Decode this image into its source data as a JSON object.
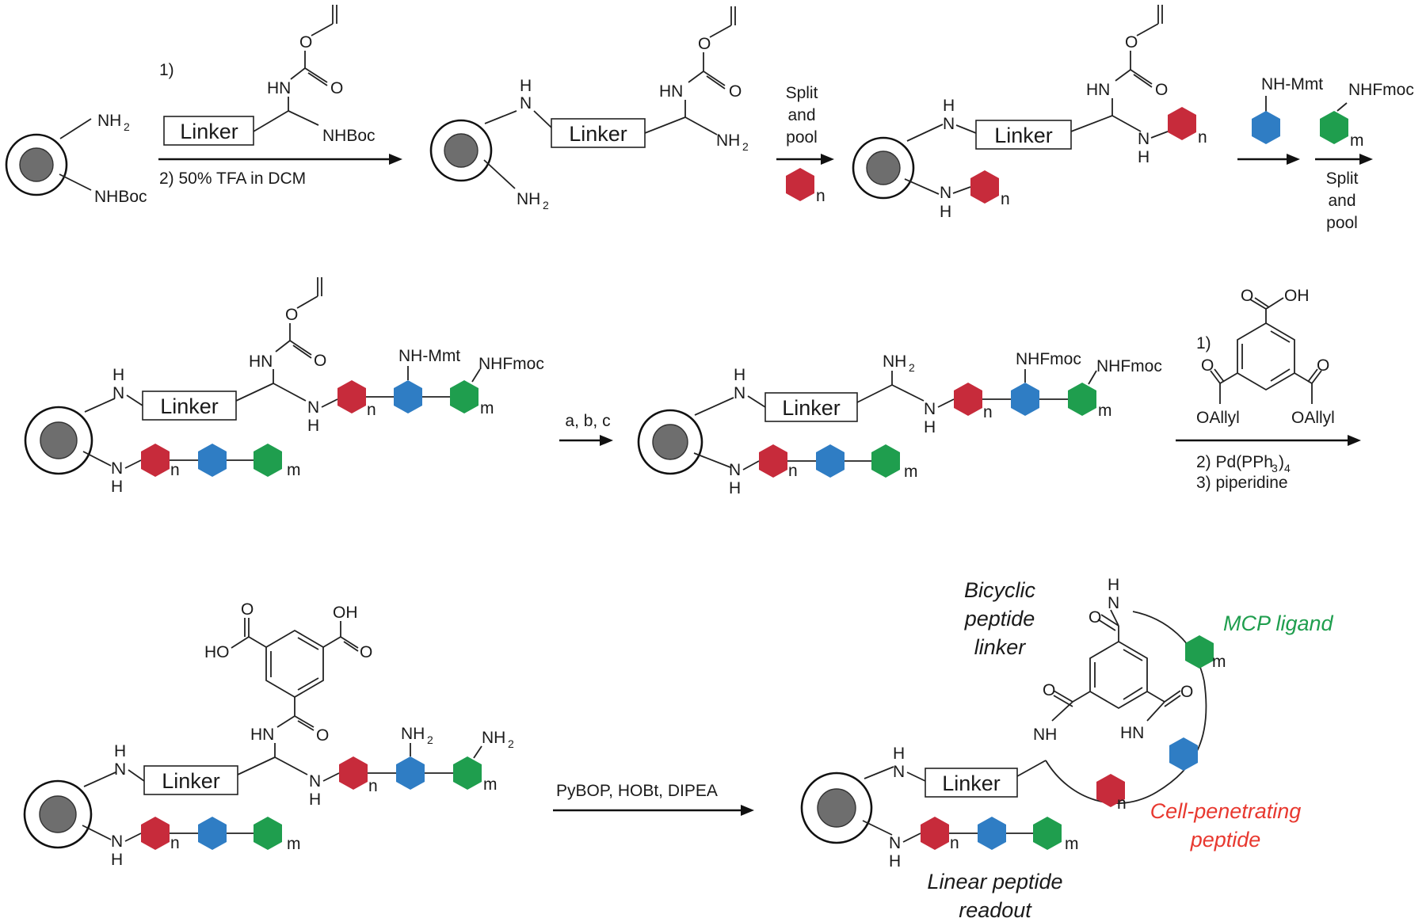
{
  "colors": {
    "red_residue": "#c72b3b",
    "blue_residue": "#2f7dc4",
    "green_residue": "#1f9e4e",
    "green_label": "#1f9e4e",
    "red_label": "#e8382f"
  },
  "icons": [
    "resin-bead-icon",
    "hexagon-residue-icon",
    "reaction-arrow-icon"
  ],
  "labels": {
    "linker": "Linker",
    "nh2": "NH",
    "sub2": "2",
    "nh": "NH",
    "n": "N",
    "h": "H",
    "hn": "HN",
    "o": "O",
    "oh": "OH",
    "ho": "HO",
    "nhboc": "NHBoc",
    "nhfmoc": "NHFmoc",
    "nh_mmt": "NH-Mmt",
    "oallyl": "OAllyl",
    "idx_n": "n",
    "idx_m": "m"
  },
  "steps": {
    "s1_pre": "1)",
    "s1_post": "2) 50% TFA in DCM",
    "split1": [
      "Split",
      "and",
      "pool"
    ],
    "split2": [
      "Split",
      "and",
      "pool"
    ],
    "abc": "a, b, c",
    "s4_pre": "1)",
    "s4_pd_a": "2) Pd(PPh",
    "s4_pd_sub1": "3",
    "s4_pd_b": ")",
    "s4_pd_sub2": "4",
    "s4_pip": "3) piperidine",
    "coupling": "PyBOP, HOBt, DIPEA"
  },
  "annotations": {
    "bicyclic": [
      "Bicyclic",
      "peptide",
      "linker"
    ],
    "mcp": "MCP ligand",
    "cpp": [
      "Cell-penetrating",
      "peptide"
    ],
    "linear": [
      "Linear peptide",
      "readout"
    ]
  }
}
